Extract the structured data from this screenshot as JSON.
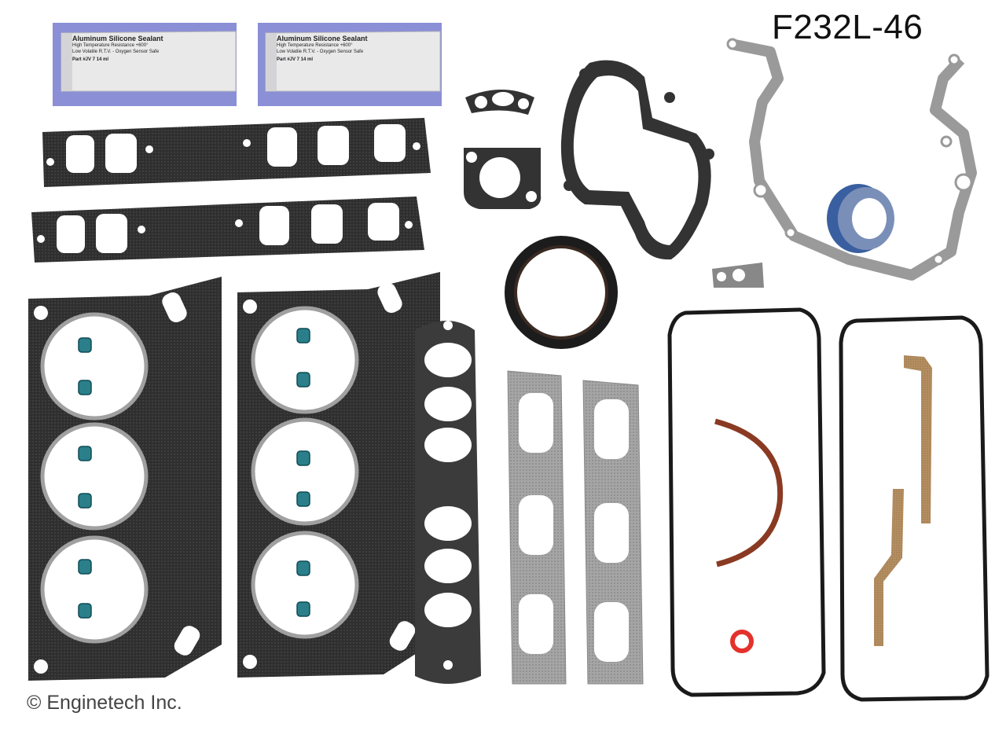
{
  "product": {
    "part_number": "F232L-46",
    "copyright": "© Enginetech Inc."
  },
  "sealant_packs": [
    {
      "title": "Aluminum Silicone Sealant",
      "bullets": [
        "High Temperature Resistance +600°",
        "Low Volatile R.T.V. - Oxygen Sensor Safe"
      ],
      "part": "Part #JV 7    14 ml"
    },
    {
      "title": "Aluminum Silicone Sealant",
      "bullets": [
        "High Temperature Resistance +600°",
        "Low Volatile R.T.V. - Oxygen Sensor Safe"
      ],
      "part": "Part #JV 7    14 ml"
    }
  ],
  "colors": {
    "background": "#ffffff",
    "gasket_dark": "#2b2b2b",
    "gasket_gray": "#9a9a9a",
    "gasket_light": "#c7c7c7",
    "valve_seal": "#2a7f8a",
    "cork": "#b08a5e",
    "rear_seal": "#8a3a22",
    "oring": "#e4312b",
    "seal_blue": "#3a5fa0",
    "pack_blue": "#8a8fd6"
  }
}
